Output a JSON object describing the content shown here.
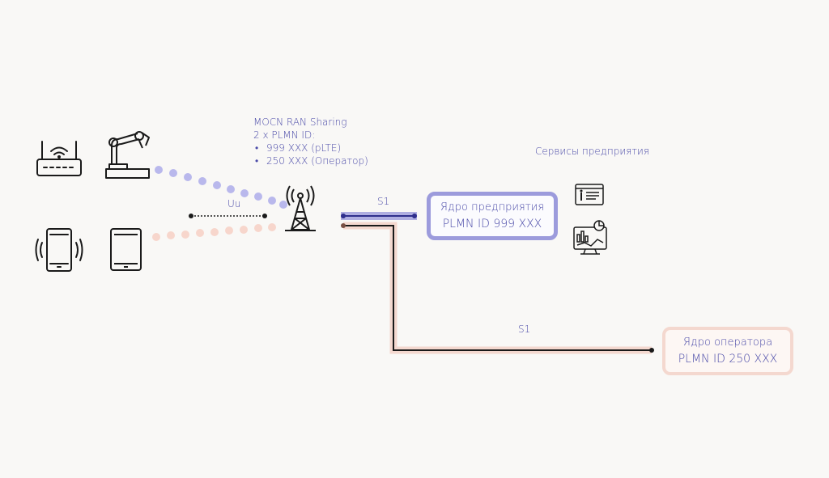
{
  "ran_sharing": {
    "title": "MOCN RAN Sharing",
    "plmn_count": "2 x PLMN ID:",
    "plmn_list": [
      "999 XXX (pLTE)",
      "250 XXX (Оператор)"
    ]
  },
  "services": {
    "title": "Сервисы предприятия"
  },
  "links": {
    "uu": "Uu",
    "s1_enterprise": "S1",
    "s1_operator": "S1"
  },
  "enterprise_core": {
    "title": "Ядро предприятия",
    "plmn": "PLMN ID 999 XXX"
  },
  "operator_core": {
    "title": "Ядро оператора",
    "plmn": "PLMN ID 250 XXX"
  },
  "colors": {
    "accent_blue": "#4a4aa8",
    "enterprise_blue": "#9c9bdc",
    "operator_peach": "#f4d8cf",
    "device_dots_blue": "#b9b8ec",
    "device_dots_peach": "#f7d6cc",
    "icon_stroke": "#1a1a1a"
  },
  "icons": [
    "router-icon",
    "robot-arm-icon",
    "smartphone-icon",
    "tablet-icon",
    "cell-tower-icon",
    "info-panel-icon",
    "analytics-monitor-icon"
  ]
}
